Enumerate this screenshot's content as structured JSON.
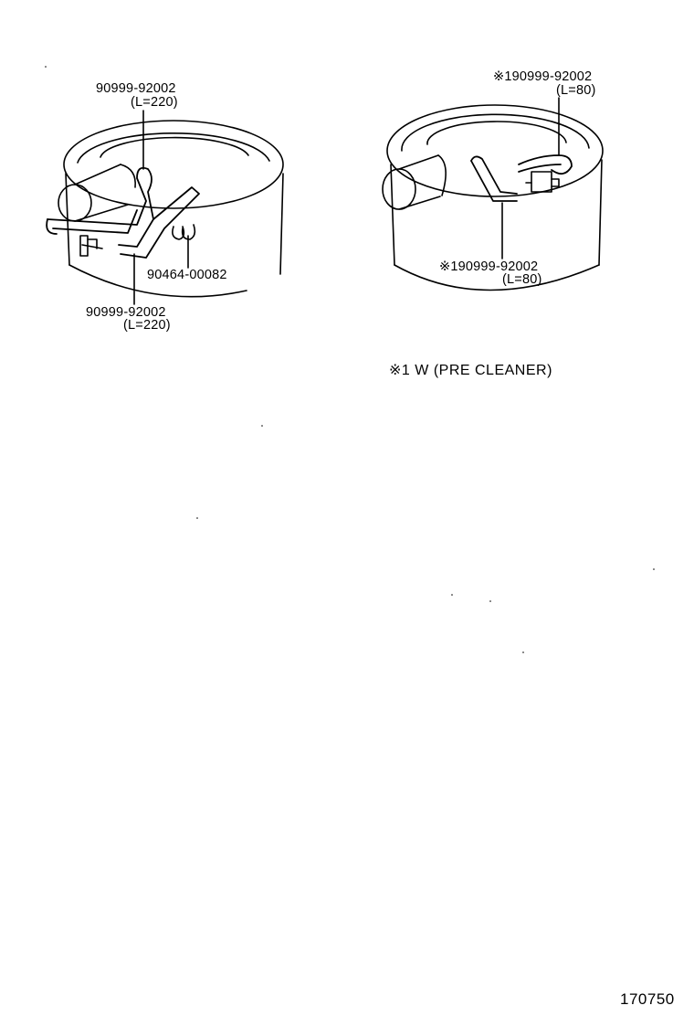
{
  "left_diagram": {
    "top_hose": {
      "part_number": "90999-92002",
      "length": "(L=220)"
    },
    "clip": {
      "part_number": "90464-00082"
    },
    "bottom_hose": {
      "part_number": "90999-92002",
      "length": "(L=220)"
    }
  },
  "right_diagram": {
    "top_hose": {
      "marker": "※1",
      "part_number": "90999-92002",
      "length": "(L=80)"
    },
    "bottom_hose": {
      "marker": "※1",
      "part_number": "90999-92002",
      "length": "(L=80)"
    }
  },
  "footnote": {
    "marker": "※1",
    "text": "W (PRE  CLEANER)"
  },
  "reference_number": "170750"
}
